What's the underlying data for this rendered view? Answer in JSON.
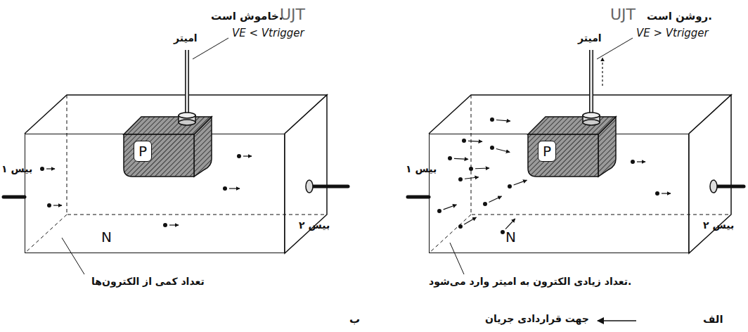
{
  "diagram": {
    "nodes": [
      {
        "text": [
          "N"
        ]
      },
      {
        "text": [
          "P"
        ],
        "in": 0
      },
      {
        "text": [
          "N"
        ]
      },
      {
        "text": [
          "P"
        ],
        "in": 2
      }
    ],
    "labels": [
      "UJT",
      "خاموش است.",
      "امیتر",
      "VE < Vtrigger",
      "بیس ۱",
      "بیس ۲",
      "تعداد کمی از الکترون‌ها",
      "UJT",
      "روشن است.",
      "امیتر",
      "VE > Vtrigger",
      "بیس ۱",
      "بیس ۲",
      "تعداد زیادی الکترون به امیتر وارد می‌شود.",
      "الف",
      "جهت قراردادی جریان",
      "ب"
    ]
  }
}
